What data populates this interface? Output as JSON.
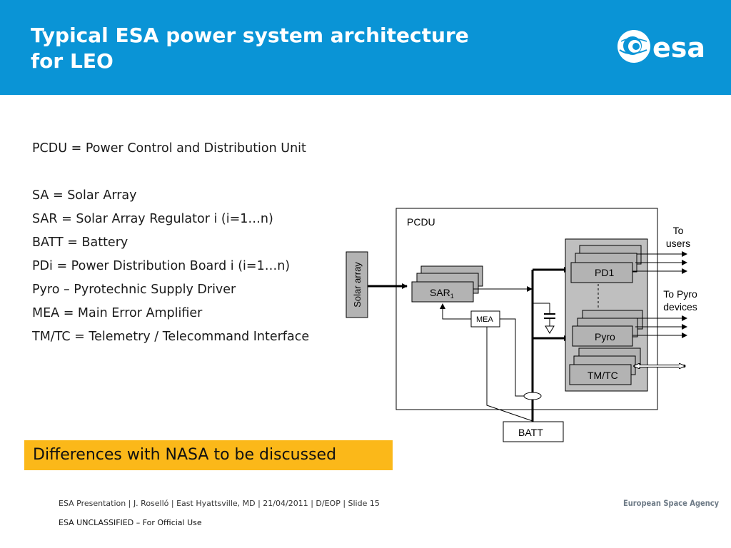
{
  "header": {
    "title_line1": "Typical ESA power system architecture",
    "title_line2": "for LEO",
    "logo_text": "esa",
    "header_color": "#0a94d6"
  },
  "definitions": [
    "PCDU = Power Control and Distribution Unit",
    "SA = Solar Array",
    "SAR = Solar Array Regulator i (i=1…n)",
    "BATT = Battery",
    "PDi = Power Distribution Board i (i=1…n)",
    "Pyro – Pyrotechnic Supply Driver",
    "MEA = Main Error Amplifier",
    "TM/TC = Telemetry / Telecommand Interface"
  ],
  "diagram": {
    "pcdu_label": "PCDU",
    "solar_array_label": "Solar array",
    "sar_label": "SAR",
    "sar_subscript": "1",
    "mea_label": "MEA",
    "pd1_label": "PD1",
    "pyro_label": "Pyro",
    "tmtc_label": "TM/TC",
    "batt_label": "BATT",
    "to_users_line1": "To",
    "to_users_line2": "users",
    "to_pyro_line1": "To Pyro",
    "to_pyro_line2": "devices"
  },
  "callout": {
    "text": "Differences with NASA to be discussed",
    "color": "#fbb819"
  },
  "footer": {
    "presentation_line": "ESA Presentation | J. Roselló | East Hyattsville, MD | 21/04/2011 | D/EOP | Slide 15",
    "classification": "ESA UNCLASSIFIED – For Official Use",
    "agency": "European Space Agency"
  }
}
